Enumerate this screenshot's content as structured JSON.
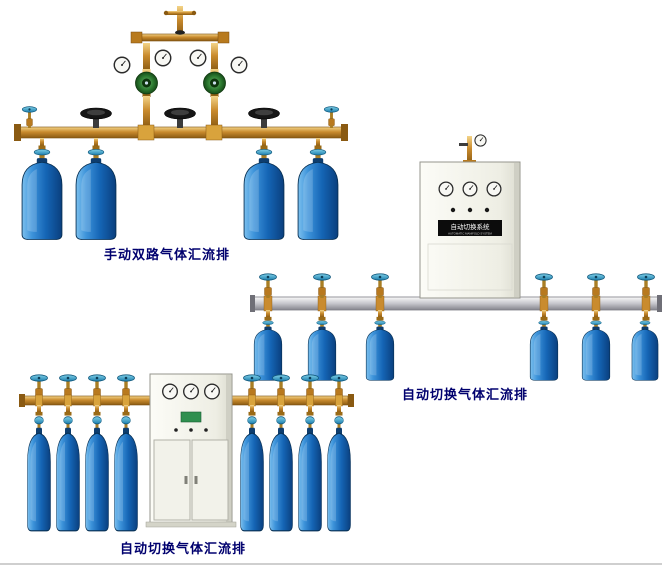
{
  "products": [
    {
      "id": "manual-dual-manifold",
      "caption": "手动双路气体汇流排"
    },
    {
      "id": "auto-switch-manifold-wall",
      "caption": "自动切换气体汇流排",
      "cabinet_label": "自动切换系统",
      "cabinet_sublabel": "AUTOMATIC MANIFOLD SYSTEM"
    },
    {
      "id": "auto-switch-manifold-floor",
      "caption": "自动切换气体汇流排"
    }
  ],
  "colors": {
    "caption_text": "#00006e",
    "cylinder_blue": "#1565b5",
    "brass": "#c98b2e",
    "valve_teal": "#2f8fb5",
    "rail_silver": "#c6c6cc"
  }
}
